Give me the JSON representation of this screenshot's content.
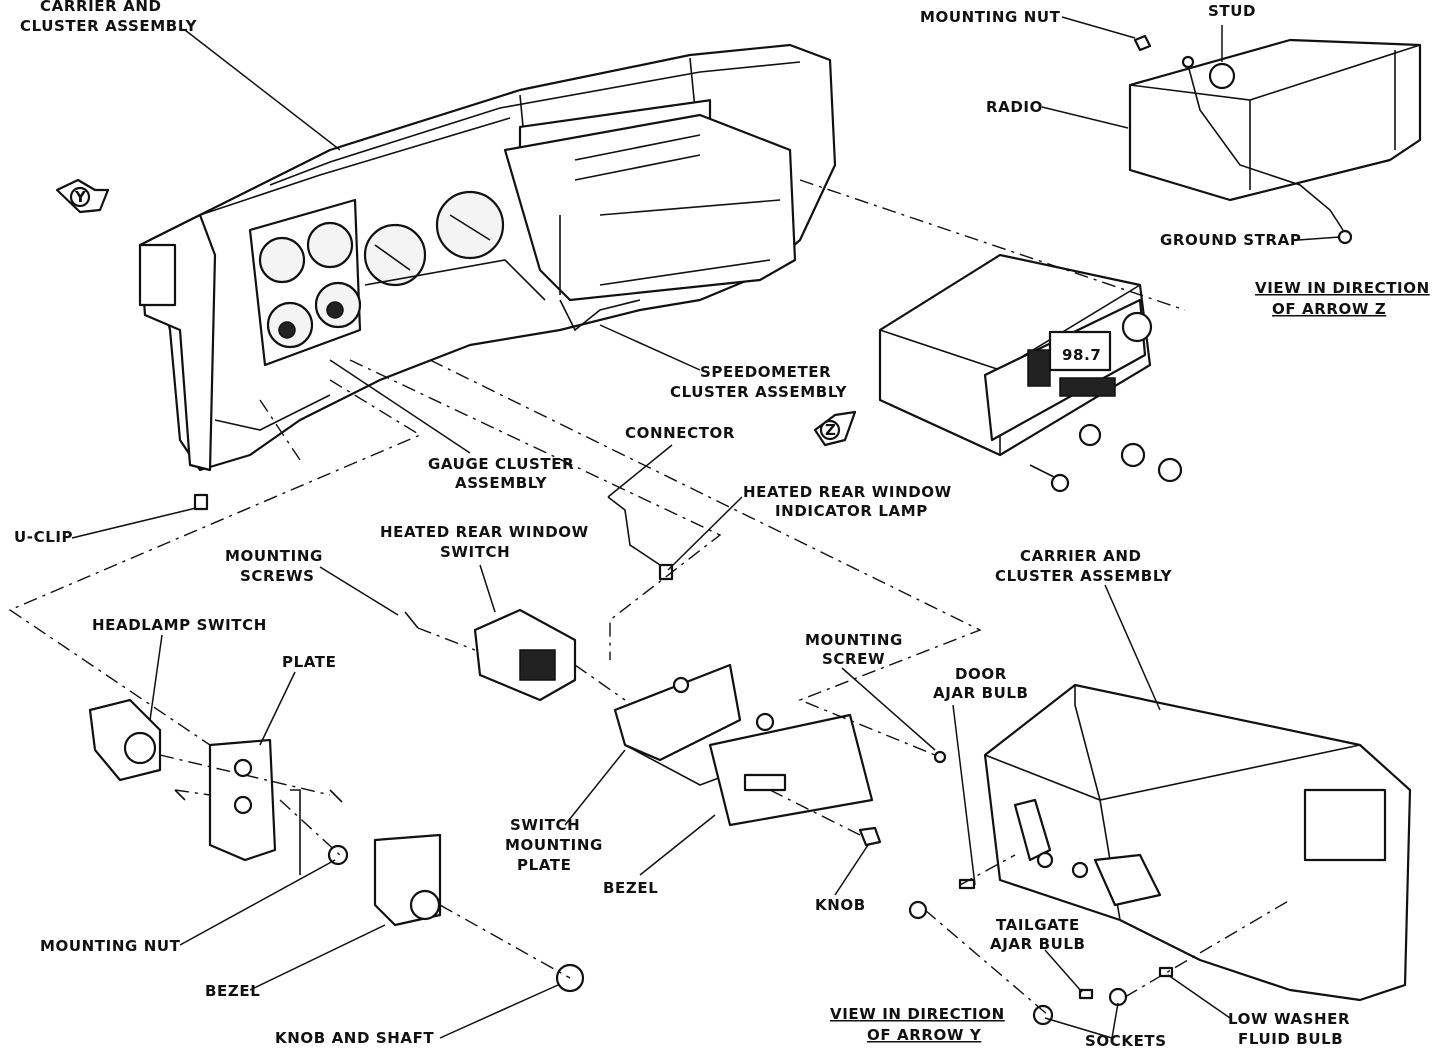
{
  "labels": {
    "carrier_top_1": "CARRIER AND",
    "carrier_top_2": "CLUSTER ASSEMBLY",
    "mounting_nut_top": "MOUNTING NUT",
    "stud": "STUD",
    "radio": "RADIO",
    "ground_strap": "GROUND STRAP",
    "view_z_1": "VIEW IN  DIRECTION",
    "view_z_2": "OF ARROW Z",
    "speedo_1": "SPEEDOMETER",
    "speedo_2": "CLUSTER ASSEMBLY",
    "connector": "CONNECTOR",
    "heated_lamp_1": "HEATED REAR WINDOW",
    "heated_lamp_2": "INDICATOR LAMP",
    "gauge_1": "GAUGE CLUSTER",
    "gauge_2": "ASSEMBLY",
    "uclip": "U-CLIP",
    "heated_switch_1": "HEATED REAR WINDOW",
    "heated_switch_2": "SWITCH",
    "mounting_screws_1": "MOUNTING",
    "mounting_screws_2": "SCREWS",
    "carrier_right_1": "CARRIER AND",
    "carrier_right_2": "CLUSTER ASSEMBLY",
    "headlamp_switch": "HEADLAMP SWITCH",
    "plate": "PLATE",
    "mounting_screw_1": "MOUNTING",
    "mounting_screw_2": "SCREW",
    "door_ajar_1": "DOOR",
    "door_ajar_2": "AJAR BULB",
    "switch_plate_1": "SWITCH",
    "switch_plate_2": "MOUNTING",
    "switch_plate_3": "PLATE",
    "bezel_mid": "BEZEL",
    "knob": "KNOB",
    "tailgate_1": "TAILGATE",
    "tailgate_2": "AJAR  BULB",
    "mounting_nut_bottom": "MOUNTING NUT",
    "bezel_bottom": "BEZEL",
    "knob_shaft": "KNOB AND SHAFT",
    "view_y_1": "VIEW IN  DIRECTION",
    "view_y_2": "OF ARROW Y",
    "sockets": "SOCKETS",
    "low_washer_1": "LOW  WASHER",
    "low_washer_2": "FLUID BULB",
    "arrow_y": "Y",
    "arrow_z": "Z",
    "radio_display": "98.7"
  }
}
